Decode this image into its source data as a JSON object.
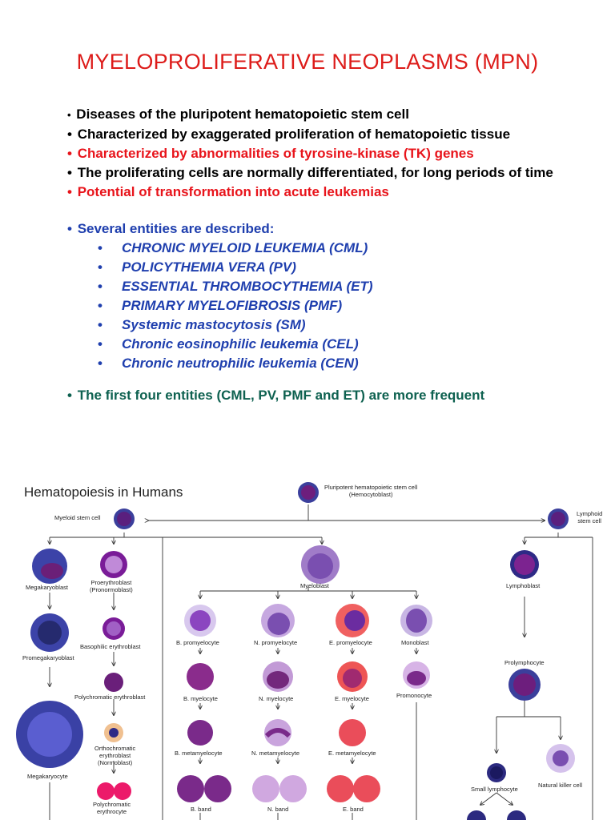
{
  "title": "MYELOPROLIFERATIVE NEOPLASMS (MPN)",
  "bullets": [
    "Diseases of the pluripotent hematopoietic stem cell",
    "Characterized by exaggerated proliferation of hematopoietic tissue",
    "Characterized by abnormalities of tyrosine-kinase (TK) genes",
    "The proliferating cells are normally differentiated, for long periods of time",
    "Potential of transformation into acute leukemias"
  ],
  "entities_heading": "Several entities are described:",
  "entities": [
    "CHRONIC MYELOID LEUKEMIA (CML)",
    "POLICYTHEMIA VERA (PV)",
    "ESSENTIAL THROMBOCYTHEMIA (ET)",
    "PRIMARY MYELOFIBROSIS (PMF)",
    "Systemic mastocytosis (SM)",
    "Chronic eosinophilic leukemia (CEL)",
    "Chronic neutrophilic leukemia (CEN)"
  ],
  "note": "The first four entities (CML, PV, PMF and ET) are more frequent",
  "diagram": {
    "title": "Hematopoiesis in Humans",
    "labels": {
      "stem_cell": "Pluripotent hematopoietic stem cell",
      "stem_cell_alt": "(Hemocytoblast)",
      "myeloid_stem": "Myeloid stem cell",
      "lymphoid_stem_1": "Lymphoid",
      "lymphoid_stem_2": "stem cell",
      "megakaryoblast": "Megakaryoblast",
      "proerythroblast": "Proerythroblast",
      "pronormoblast": "(Pronormoblast)",
      "myeloblast": "Myeloblast",
      "lymphoblast": "Lymphoblast",
      "promegakaryoblast": "Promegakaryoblast",
      "basophilic_erythroblast": "Basophilic erythroblast",
      "polychromatic_erythroblast": "Polychromatic erythroblast",
      "megakaryocyte": "Megakaryocyte",
      "orthochromatic_1": "Orthochromatic",
      "orthochromatic_2": "erythroblast",
      "orthochromatic_3": "(Normoblast)",
      "polychromatic_erythrocyte_1": "Polychromatic",
      "polychromatic_erythrocyte_2": "erythrocyte",
      "b_promyelocyte": "B. promyelocyte",
      "n_promyelocyte": "N. promyelocyte",
      "e_promyelocyte": "E. promyelocyte",
      "monoblast": "Monoblast",
      "b_myelocyte": "B. myelocyte",
      "n_myelocyte": "N. myelocyte",
      "e_myelocyte": "E. myelocyte",
      "promonocyte": "Promonocyte",
      "b_metamyelocyte": "B. metamyelocyte",
      "n_metamyelocyte": "N. metamyelocyte",
      "e_metamyelocyte": "E. metamyelocyte",
      "b_band": "B. band",
      "n_band": "N. band",
      "e_band": "E. band",
      "prolymphocyte": "Prolymphocyte",
      "small_lymphocyte": "Small lymphocyte",
      "natural_killer": "Natural killer cell"
    }
  },
  "colors": {
    "title_red": "#dd1c1a",
    "highlight_red": "#e8141b",
    "entities_blue": "#1f3fae",
    "note_green": "#0e6150"
  }
}
